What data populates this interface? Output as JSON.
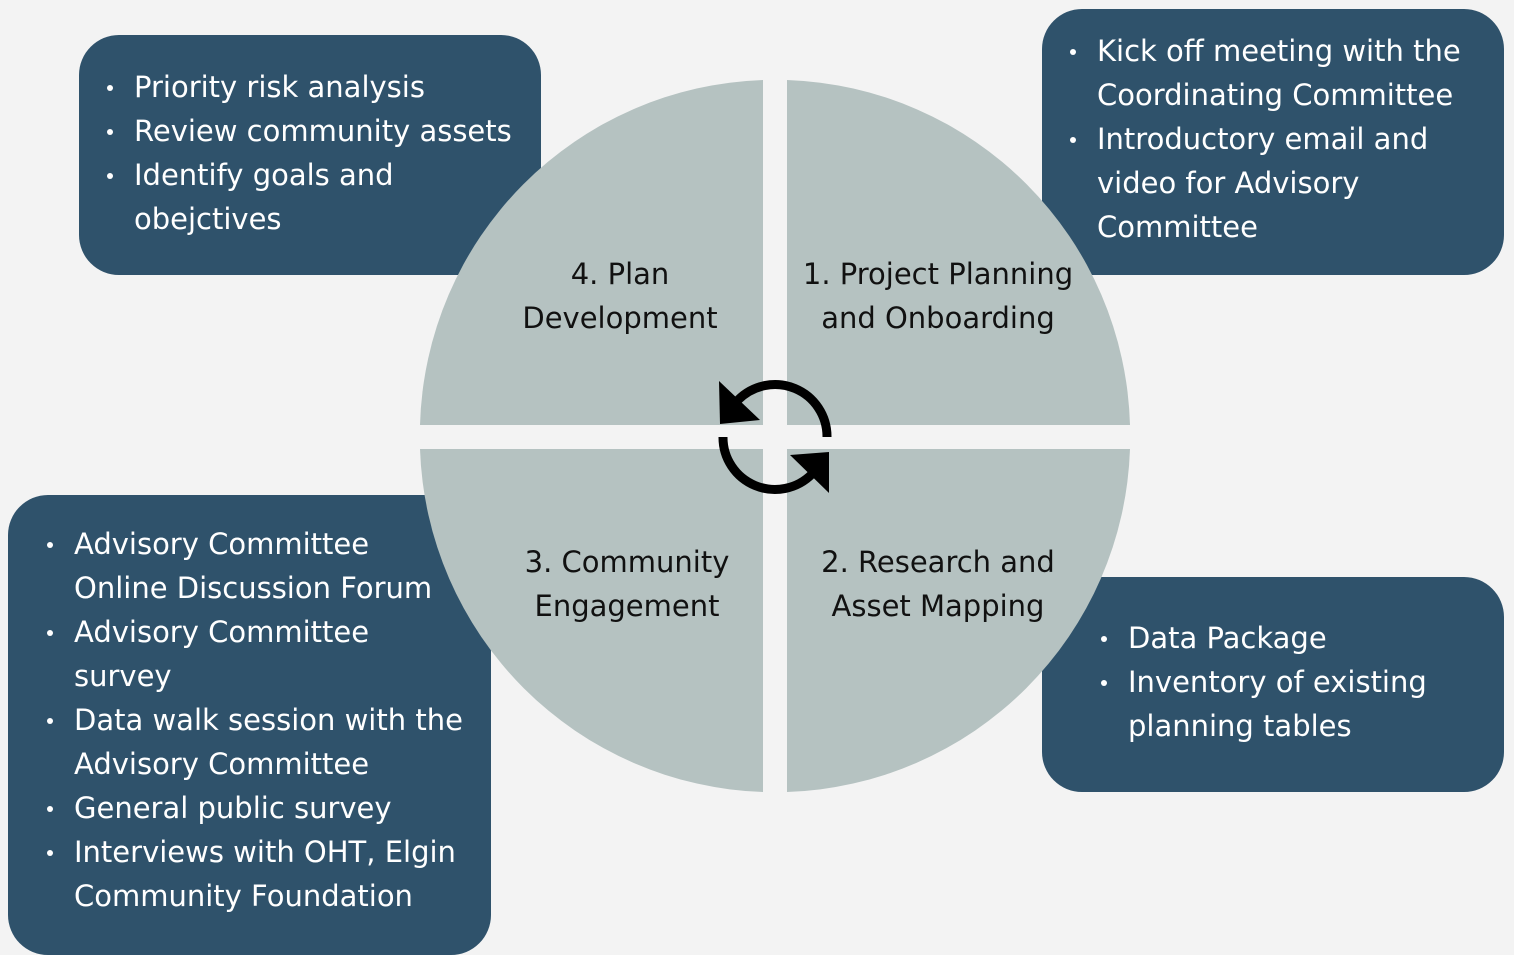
{
  "colors": {
    "background": "#f3f3f3",
    "box": "#2f526b",
    "quadrant": "#b5c2c1",
    "text_light": "#ffffff",
    "text_dark": "#111111"
  },
  "quadrants": [
    {
      "label_line1": "1. Project Planning",
      "label_line2": "and Onboarding"
    },
    {
      "label_line1": "2. Research and",
      "label_line2": "Asset Mapping"
    },
    {
      "label_line1": "3. Community",
      "label_line2": "Engagement"
    },
    {
      "label_line1": "4. Plan",
      "label_line2": "Development"
    }
  ],
  "center_icon": "cycle-arrows-icon",
  "boxes": {
    "plan": {
      "lines": [
        "Priority risk analysis",
        "Review community assets",
        "Identify goals and",
        "obejctives"
      ]
    },
    "project": {
      "lines": [
        "Kick off meeting with the",
        "Coordinating Committee",
        "Introductory email and",
        "video for Advisory",
        "Committee"
      ]
    },
    "community": {
      "lines": [
        "Advisory Committee",
        "Online Discussion Forum",
        "Advisory Committee",
        "survey",
        "Data walk session with the",
        "Advisory Committee",
        "General public survey",
        "Interviews with OHT, Elgin",
        "Community Foundation"
      ]
    },
    "research": {
      "lines": [
        "Data Package",
        "Inventory of existing",
        "planning tables"
      ]
    }
  }
}
